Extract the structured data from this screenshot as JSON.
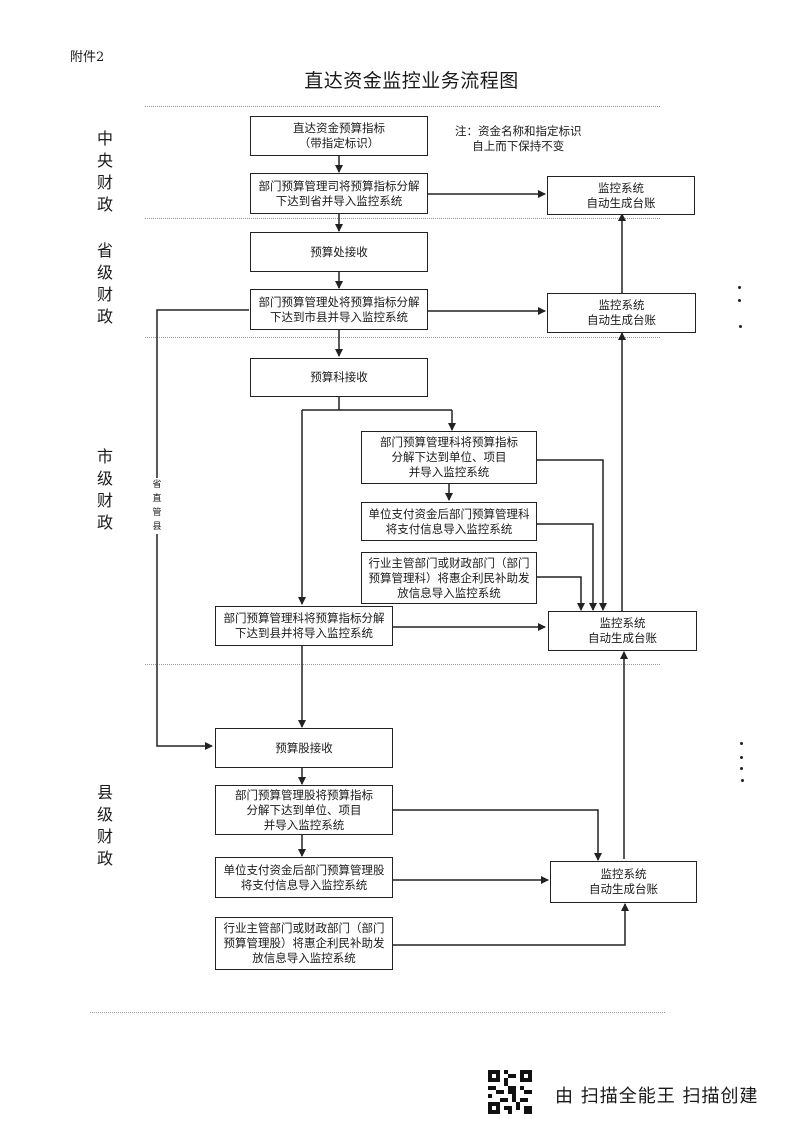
{
  "header": {
    "attachment_label": "附件2",
    "title": "直达资金监控业务流程图"
  },
  "levels": {
    "central": "中\n央\n财\n政",
    "provincial": "省\n级\n财\n政",
    "city": "市\n级\n财\n政",
    "county": "县\n级\n财\n政"
  },
  "note": "注：资金名称和指定标识\n自上而下保持不变",
  "side_label": "省\n直\n管\n县",
  "boxes": {
    "central_indicator": "直达资金预算指标\n（带指定标识）",
    "central_split": "部门预算管理司将预算指标分解\n下达到省并导入监控系统",
    "central_monitor": "监控系统\n自动生成台账",
    "prov_receive": "预算处接收",
    "prov_split": "部门预算管理处将预算指标分解\n下达到市县并导入监控系统",
    "prov_monitor": "监控系统\n自动生成台账",
    "city_receive": "预算科接收",
    "city_split_units": "部门预算管理科将预算指标\n分解下达到单位、项目\n并导入监控系统",
    "city_payment": "单位支付资金后部门预算管理科\n将支付信息导入监控系统",
    "city_subsidy": "行业主管部门或财政部门（部门\n预算管理科）将惠企利民补助发\n放信息导入监控系统",
    "city_split_county": "部门预算管理科将预算指标分解\n下达到县并将导入监控系统",
    "city_monitor": "监控系统\n自动生成台账",
    "county_receive": "预算股接收",
    "county_split_units": "部门预算管理股将预算指标\n分解下达到单位、项目\n并导入监控系统",
    "county_payment": "单位支付资金后部门预算管理股\n将支付信息导入监控系统",
    "county_subsidy": "行业主管部门或财政部门（部门\n预算管理股）将惠企利民补助发\n放信息导入监控系统",
    "county_monitor": "监控系统\n自动生成台账"
  },
  "footer": {
    "scanner_text": "由 扫描全能王 扫描创建",
    "qr_icon": "qr-code-icon"
  }
}
